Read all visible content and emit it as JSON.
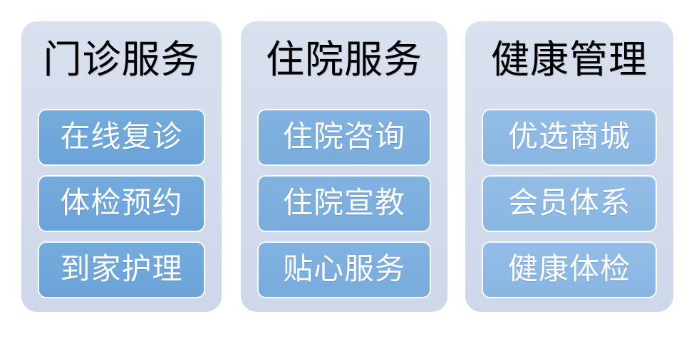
{
  "diagram": {
    "type": "three-column-service-menu",
    "columns": [
      {
        "title": "门诊服务",
        "accent": "#6ba4d9",
        "items": [
          {
            "label": "在线复诊"
          },
          {
            "label": "体检预约"
          },
          {
            "label": "到家护理"
          }
        ]
      },
      {
        "title": "住院服务",
        "accent": "#79abdc",
        "items": [
          {
            "label": "住院咨询"
          },
          {
            "label": "住院宣教"
          },
          {
            "label": "贴心服务"
          }
        ]
      },
      {
        "title": "健康管理",
        "accent": "#89b6e2",
        "items": [
          {
            "label": "优选商城"
          },
          {
            "label": "会员体系"
          },
          {
            "label": "健康体检"
          }
        ]
      }
    ],
    "colors": {
      "card_background": "#d4dcec",
      "page_background": "#ffffff",
      "title_text": "#000000",
      "button_text": "#ffffff"
    }
  }
}
